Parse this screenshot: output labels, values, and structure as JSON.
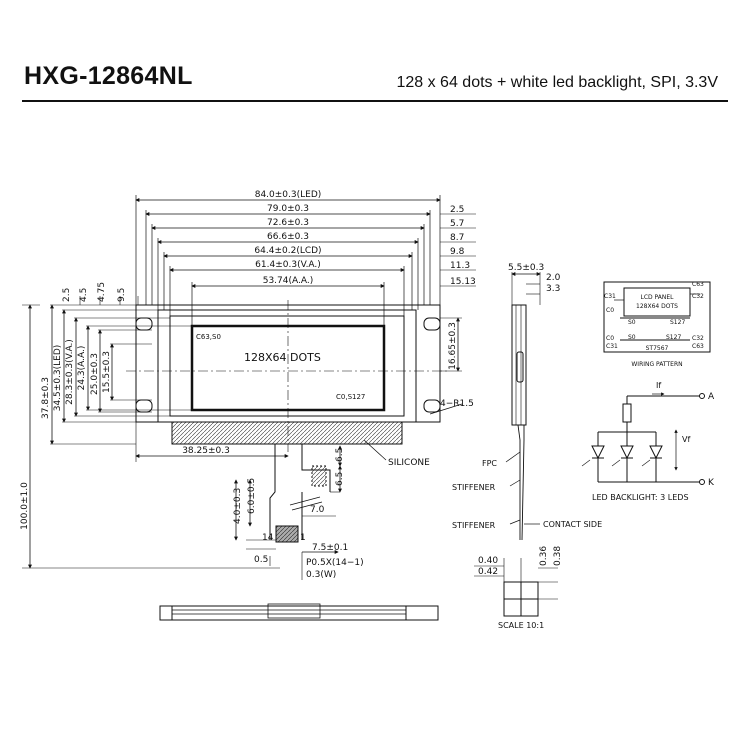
{
  "header": {
    "model": "HXG-12864NL",
    "subtitle": "128 x 64 dots + white  led backlight, SPI, 3.3V"
  },
  "drawing": {
    "top_dims": [
      "84.0±0.3(LED)",
      "79.0±0.3",
      "72.6±0.3",
      "66.6±0.3",
      "64.4±0.2(LCD)",
      "61.4±0.3(V.A.)",
      "53.74(A.A.)"
    ],
    "right_offsets": [
      "2.5",
      "5.7",
      "8.7",
      "9.8",
      "11.3",
      "15.13"
    ],
    "left_offsets": [
      "2.5",
      "4.5",
      "4.75",
      "9.5"
    ],
    "left_dims": [
      "37.8±0.3",
      "34.5±0.3(LED)",
      "28.3±0.3(V.A.)",
      "24.3(A.A.)",
      "25.0±0.3",
      "15.5±0.3"
    ],
    "right_height": "16.65±0.3",
    "hole_label": "4−R1.5",
    "bottom_dim": "38.25±0.3",
    "silicone": "SILICONE",
    "c63_label": "C63,S0",
    "dots_label": "128X64 DOTS",
    "c0_label": "C0,S127",
    "total_length": "100.0±1.0",
    "fpc_dims": [
      "6.5",
      "6.5",
      "4.0±0.3",
      "6.0±0.5",
      "7.0",
      "7.5±0.1",
      "0.5",
      "P0.5X(14−1)",
      "0.3(W)"
    ],
    "fpc_pins": [
      "14",
      "1"
    ]
  },
  "side_view": {
    "dims": [
      "5.5±0.3",
      "2.0",
      "3.3"
    ],
    "labels": [
      "FPC",
      "STIFFENER",
      "STIFFENER",
      "CONTACT SIDE"
    ]
  },
  "wiring": {
    "panel_lines": [
      "LCD PANEL",
      "128X64 DOTS"
    ],
    "driver": "ST7567",
    "pins_top": [
      "C63",
      "C32",
      "C31",
      "C0",
      "S0",
      "S127"
    ],
    "pins_bottom": [
      "C0",
      "C31",
      "S0",
      "S127",
      "C32",
      "C63"
    ],
    "caption": "WIRING PATTERN"
  },
  "backlight": {
    "labels": [
      "If",
      "A",
      "Vf",
      "K"
    ],
    "caption": "LED BACKLIGHT: 3 LEDS"
  },
  "scale_detail": {
    "dims": [
      "0.40",
      "0.42",
      "0.36",
      "0.38"
    ],
    "caption": "SCALE 10:1"
  }
}
